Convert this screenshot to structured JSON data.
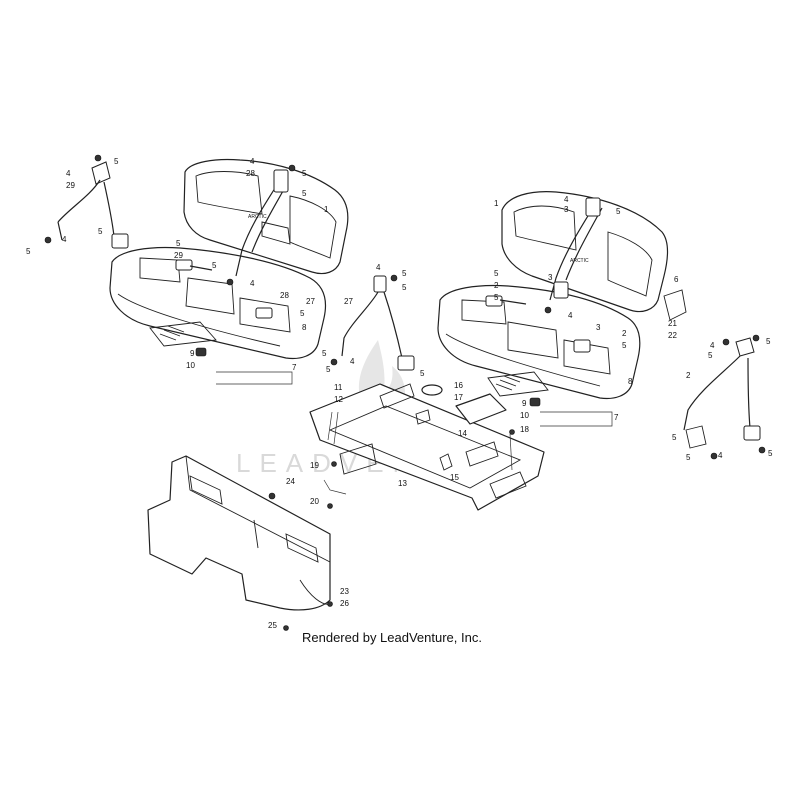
{
  "diagram": {
    "watermark": "LEADVENTURE",
    "credit": "Rendered by LeadVenture, Inc.",
    "callouts": [
      {
        "id": "c1",
        "label": "1"
      },
      {
        "id": "c2",
        "label": "1"
      },
      {
        "id": "c3",
        "label": "2"
      },
      {
        "id": "c4",
        "label": "2"
      },
      {
        "id": "c5",
        "label": "2"
      },
      {
        "id": "c6",
        "label": "2"
      },
      {
        "id": "c7",
        "label": "2"
      },
      {
        "id": "c8",
        "label": "3"
      },
      {
        "id": "c9",
        "label": "3"
      },
      {
        "id": "c10",
        "label": "3"
      },
      {
        "id": "c11",
        "label": "4"
      },
      {
        "id": "c12",
        "label": "4"
      },
      {
        "id": "c13",
        "label": "4"
      },
      {
        "id": "c14",
        "label": "4"
      },
      {
        "id": "c15",
        "label": "4"
      },
      {
        "id": "c16",
        "label": "4"
      },
      {
        "id": "c17",
        "label": "4"
      },
      {
        "id": "c18",
        "label": "4"
      },
      {
        "id": "c19",
        "label": "4"
      },
      {
        "id": "c20",
        "label": "4"
      },
      {
        "id": "c21",
        "label": "5"
      },
      {
        "id": "c22",
        "label": "5"
      },
      {
        "id": "c23",
        "label": "5"
      },
      {
        "id": "c24",
        "label": "5"
      },
      {
        "id": "c25",
        "label": "5"
      },
      {
        "id": "c26",
        "label": "5"
      },
      {
        "id": "c27",
        "label": "5"
      },
      {
        "id": "c28",
        "label": "5"
      },
      {
        "id": "c29",
        "label": "5"
      },
      {
        "id": "c30",
        "label": "5"
      },
      {
        "id": "c31",
        "label": "5"
      },
      {
        "id": "c32",
        "label": "5"
      },
      {
        "id": "c33",
        "label": "5"
      },
      {
        "id": "c34",
        "label": "5"
      },
      {
        "id": "c35",
        "label": "5"
      },
      {
        "id": "c36",
        "label": "5"
      },
      {
        "id": "c37",
        "label": "5"
      },
      {
        "id": "c38",
        "label": "5"
      },
      {
        "id": "c39",
        "label": "5"
      },
      {
        "id": "c40",
        "label": "5"
      },
      {
        "id": "c41",
        "label": "5"
      },
      {
        "id": "c42",
        "label": "5"
      },
      {
        "id": "c43",
        "label": "6"
      },
      {
        "id": "c44",
        "label": "7"
      },
      {
        "id": "c45",
        "label": "7"
      },
      {
        "id": "c46",
        "label": "8"
      },
      {
        "id": "c47",
        "label": "8"
      },
      {
        "id": "c48",
        "label": "9"
      },
      {
        "id": "c49",
        "label": "9"
      },
      {
        "id": "c50",
        "label": "10"
      },
      {
        "id": "c51",
        "label": "10"
      },
      {
        "id": "c52",
        "label": "11"
      },
      {
        "id": "c53",
        "label": "12"
      },
      {
        "id": "c54",
        "label": "13"
      },
      {
        "id": "c55",
        "label": "14"
      },
      {
        "id": "c56",
        "label": "15"
      },
      {
        "id": "c57",
        "label": "16"
      },
      {
        "id": "c58",
        "label": "17"
      },
      {
        "id": "c59",
        "label": "18"
      },
      {
        "id": "c60",
        "label": "19"
      },
      {
        "id": "c61",
        "label": "20"
      },
      {
        "id": "c62",
        "label": "21"
      },
      {
        "id": "c63",
        "label": "22"
      },
      {
        "id": "c64",
        "label": "23"
      },
      {
        "id": "c65",
        "label": "24"
      },
      {
        "id": "c66",
        "label": "25"
      },
      {
        "id": "c67",
        "label": "26"
      },
      {
        "id": "c68",
        "label": "27"
      },
      {
        "id": "c69",
        "label": "27"
      },
      {
        "id": "c70",
        "label": "28"
      },
      {
        "id": "c71",
        "label": "28"
      },
      {
        "id": "c72",
        "label": "29"
      },
      {
        "id": "c73",
        "label": "29"
      }
    ]
  }
}
